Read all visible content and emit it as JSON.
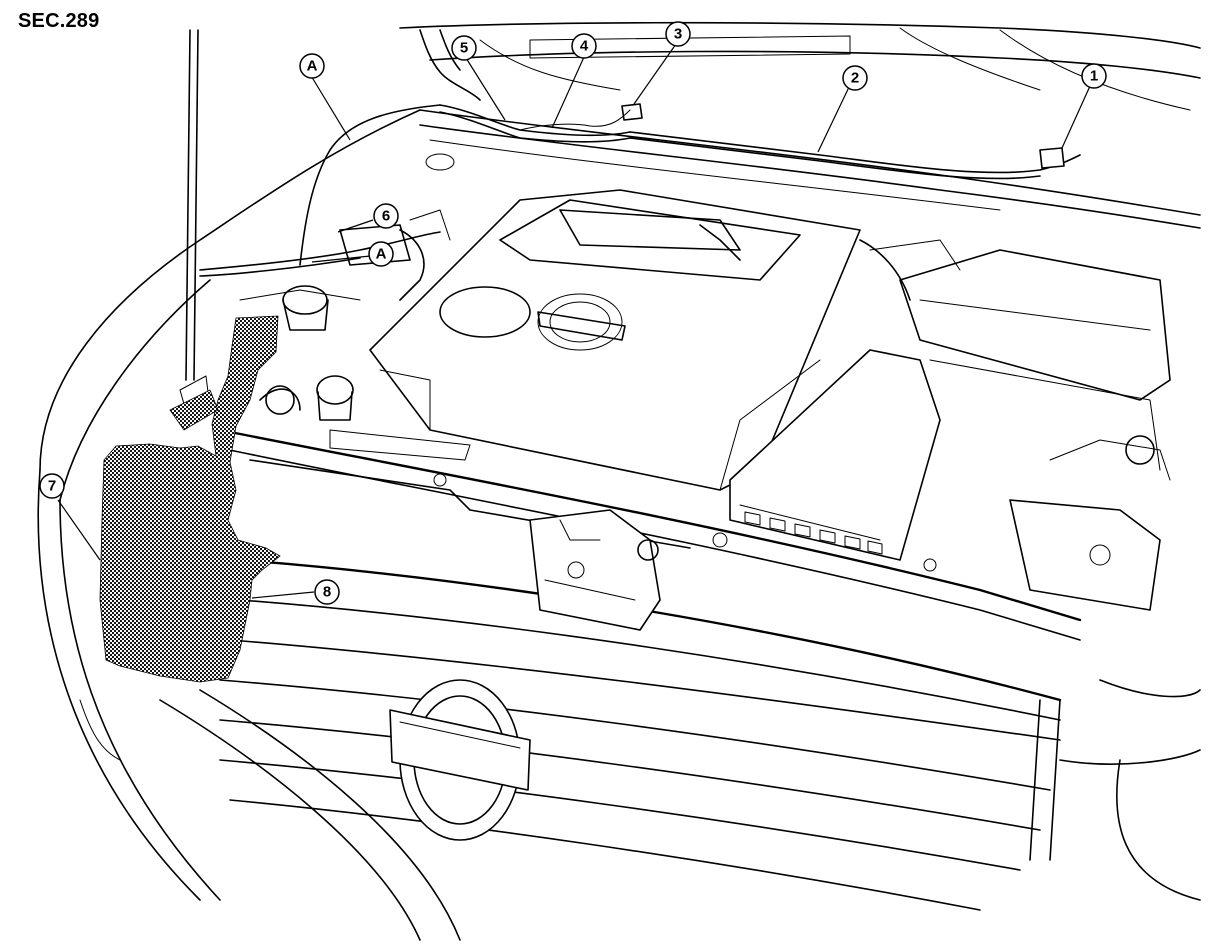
{
  "section_code": "SEC.289",
  "callouts": [
    {
      "id": "1",
      "label": "1"
    },
    {
      "id": "2",
      "label": "2"
    },
    {
      "id": "3",
      "label": "3"
    },
    {
      "id": "4",
      "label": "4"
    },
    {
      "id": "5",
      "label": "5"
    },
    {
      "id": "6",
      "label": "6"
    },
    {
      "id": "7",
      "label": "7"
    },
    {
      "id": "8",
      "label": "8"
    },
    {
      "id": "A-top",
      "label": "A"
    },
    {
      "id": "A-mid",
      "label": "A"
    }
  ]
}
